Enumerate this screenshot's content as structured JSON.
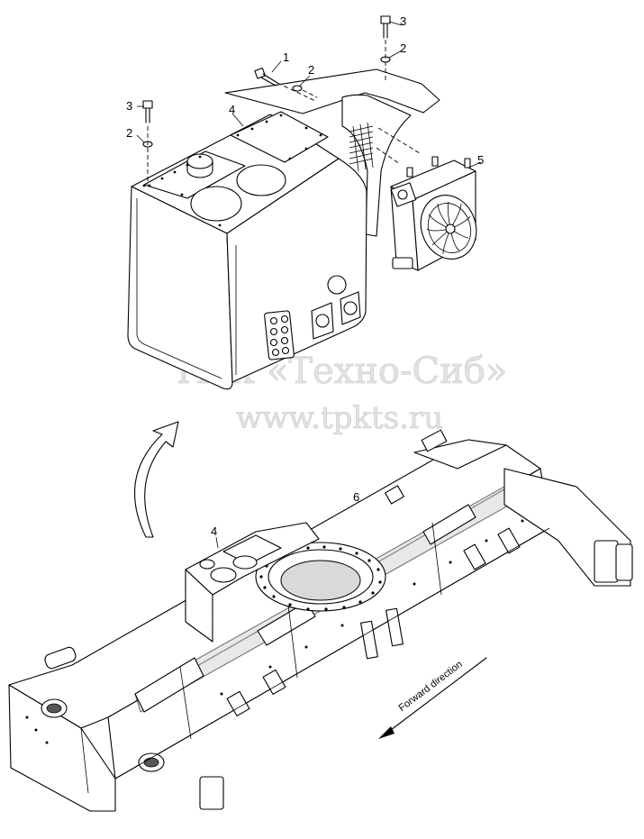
{
  "callouts": {
    "c1": "1",
    "c2a": "2",
    "c2b": "2",
    "c2c": "2",
    "c3a": "3",
    "c3b": "3",
    "c4a": "4",
    "c4b": "4",
    "c5": "5",
    "c6": "6"
  },
  "watermark": {
    "line1": "ТПК «Техно-Сиб»",
    "line2": "www.tpkts.ru"
  },
  "direction_label": "Forward direction"
}
